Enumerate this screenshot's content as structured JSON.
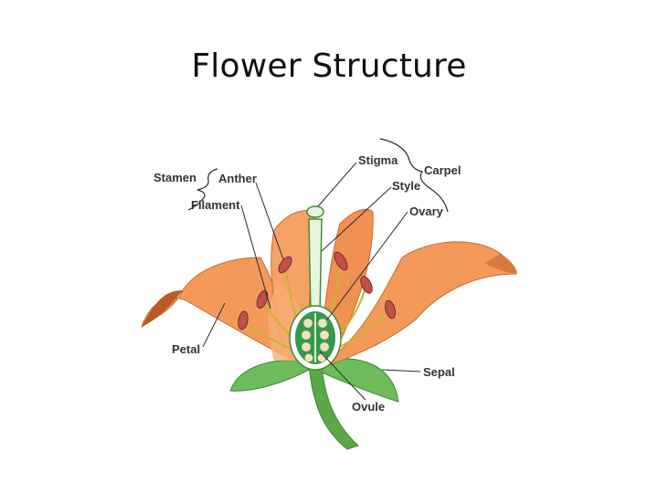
{
  "title": "Flower Structure",
  "labels": {
    "stamen": "Stamen",
    "anther": "Anther",
    "filament": "Filament",
    "stigma": "Stigma",
    "carpel": "Carpel",
    "style": "Style",
    "ovary": "Ovary",
    "petal": "Petal",
    "sepal": "Sepal",
    "ovule": "Ovule"
  },
  "colors": {
    "petal": "#f39a5a",
    "petal_shadow": "#d9793c",
    "petal_dark": "#b85a25",
    "sepal": "#6dbb5a",
    "sepal_dark": "#3f8d35",
    "anther": "#c0504d",
    "filament": "#c8b432",
    "ovary_green": "#2f9a4a",
    "ovule": "#ece4c0",
    "style": "#e8f5de"
  }
}
